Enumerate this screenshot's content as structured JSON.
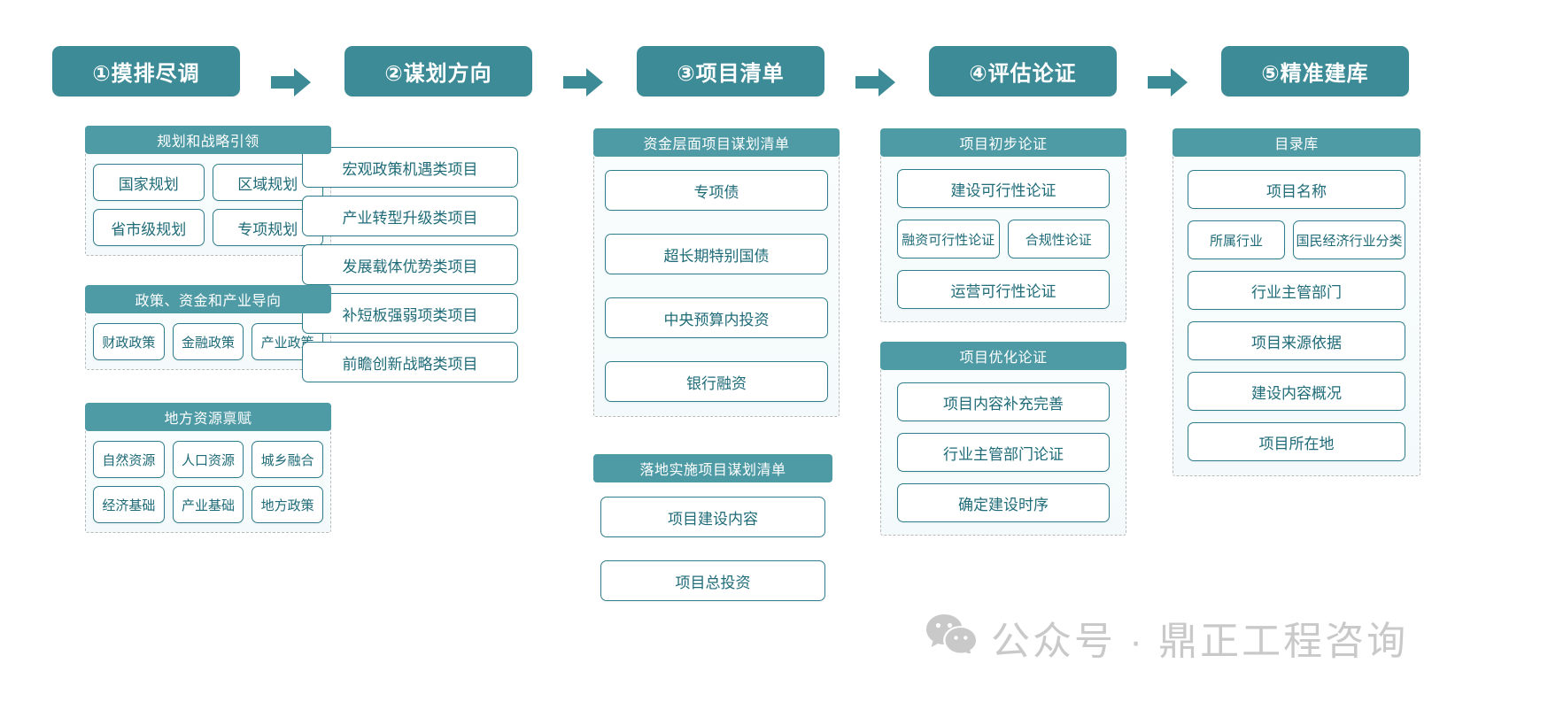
{
  "diagram": {
    "watermark": {
      "icon": "wechat-icon",
      "text": "公众号 · 鼎正工程咨询"
    },
    "arrow_label": "arrow-right",
    "colors": {
      "stage_header": "#3d8b96",
      "group_title": "#4e9aa5",
      "cell_border": "#2e7d8a",
      "cell_text": "#1f6b78",
      "dashed_frame": "#b9b9b9",
      "watermark": "#c9c9c9"
    },
    "stages": [
      {
        "header": "①摸排尽调",
        "groups": [
          {
            "title": "规划和战略引领",
            "rows": [
              [
                "国家规划",
                "区域规划"
              ],
              [
                "省市级规划",
                "专项规划"
              ]
            ]
          },
          {
            "title": "政策、资金和产业导向",
            "rows": [
              [
                "财政政策",
                "金融政策",
                "产业政策"
              ]
            ]
          },
          {
            "title": "地方资源禀赋",
            "rows": [
              [
                "自然资源",
                "人口资源",
                "城乡融合"
              ],
              [
                "经济基础",
                "产业基础",
                "地方政策"
              ]
            ]
          }
        ]
      },
      {
        "header": "②谋划方向",
        "list": [
          "宏观政策机遇类项目",
          "产业转型升级类项目",
          "发展载体优势类项目",
          "补短板强弱项类项目",
          "前瞻创新战略类项目"
        ]
      },
      {
        "header": "③项目清单",
        "groups": [
          {
            "title": "资金层面项目谋划清单",
            "rows": [
              [
                "专项债"
              ],
              [
                "超长期特别国债"
              ],
              [
                "中央预算内投资"
              ],
              [
                "银行融资"
              ]
            ]
          },
          {
            "title": "落地实施项目谋划清单",
            "framed": false,
            "rows": [
              [
                "项目建设内容"
              ],
              [
                "项目总投资"
              ]
            ]
          }
        ]
      },
      {
        "header": "④评估论证",
        "groups": [
          {
            "title": "项目初步论证",
            "rows": [
              [
                "建设可行性论证"
              ],
              [
                "融资可行性论证",
                "合规性论证"
              ],
              [
                "运营可行性论证"
              ]
            ]
          },
          {
            "title": "项目优化论证",
            "rows": [
              [
                "项目内容补充完善"
              ],
              [
                "行业主管部门论证"
              ],
              [
                "确定建设时序"
              ]
            ]
          }
        ]
      },
      {
        "header": "⑤精准建库",
        "groups": [
          {
            "title": "目录库",
            "rows": [
              [
                "项目名称"
              ],
              [
                "所属行业",
                "国民经济行业分类"
              ],
              [
                "行业主管部门"
              ],
              [
                "项目来源依据"
              ],
              [
                "建设内容概况"
              ],
              [
                "项目所在地"
              ]
            ]
          }
        ]
      }
    ]
  }
}
